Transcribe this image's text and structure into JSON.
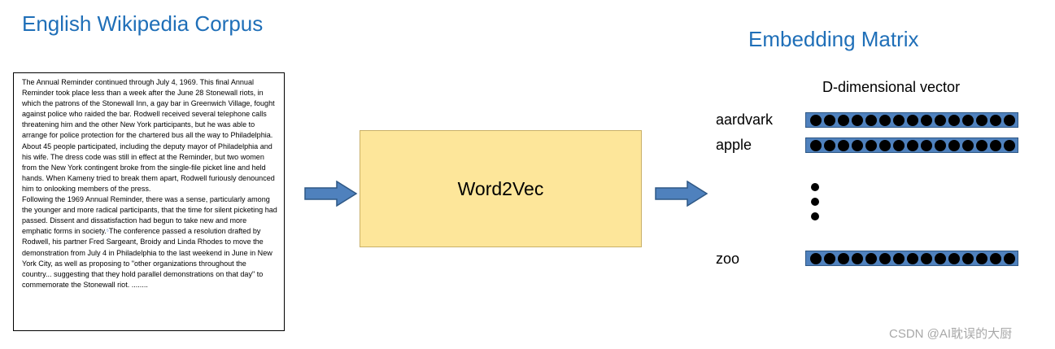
{
  "corpus": {
    "title": "English Wikipedia Corpus",
    "paragraph1": "The Annual Reminder continued through July 4, 1969. This final Annual Reminder took place less than a week after the June 28 Stonewall riots, in which the patrons of the Stonewall Inn, a gay bar in Greenwich Village, fought against police who raided the bar. Rodwell received several telephone calls threatening him and the other New York participants, but he was able to arrange for police protection for the chartered bus all the way to Philadelphia. About 45 people participated, including the deputy mayor of Philadelphia and his wife. The dress code was still in effect at the Reminder, but two women from the New York contingent broke from the single-file picket line and held hands. When Kameny tried to break them apart, Rodwell furiously denounced him to onlooking members of the press.",
    "paragraph2_before_ref": "Following the 1969 Annual Reminder, there was a sense, particularly among the younger and more radical participants, that the time for silent picketing had passed. Dissent and dissatisfaction had begun to take new and more emphatic forms in society.",
    "ref_mark": "⁵",
    "paragraph2_after_ref": "The conference passed a resolution drafted by Rodwell, his partner Fred Sargeant, Broidy and Linda Rhodes to move the demonstration from July 4 in Philadelphia to the last weekend in June in New York City, as well as proposing to \"other organizations throughout the country... suggesting that they hold parallel demonstrations on that day\" to commemorate the Stonewall riot.  ........"
  },
  "model": {
    "label": "Word2Vec",
    "fill_color": "#fde69a"
  },
  "matrix": {
    "title": "Embedding Matrix",
    "dimension_label": "D-dimensional vector",
    "words": [
      "aardvark",
      "apple",
      "zoo"
    ],
    "vector_color": "#4f81bd",
    "dots_per_vector": 15
  },
  "watermark": "CSDN @AI耽误的大厨",
  "colors": {
    "title": "#1f6fb8",
    "arrow": "#4f81bd"
  }
}
